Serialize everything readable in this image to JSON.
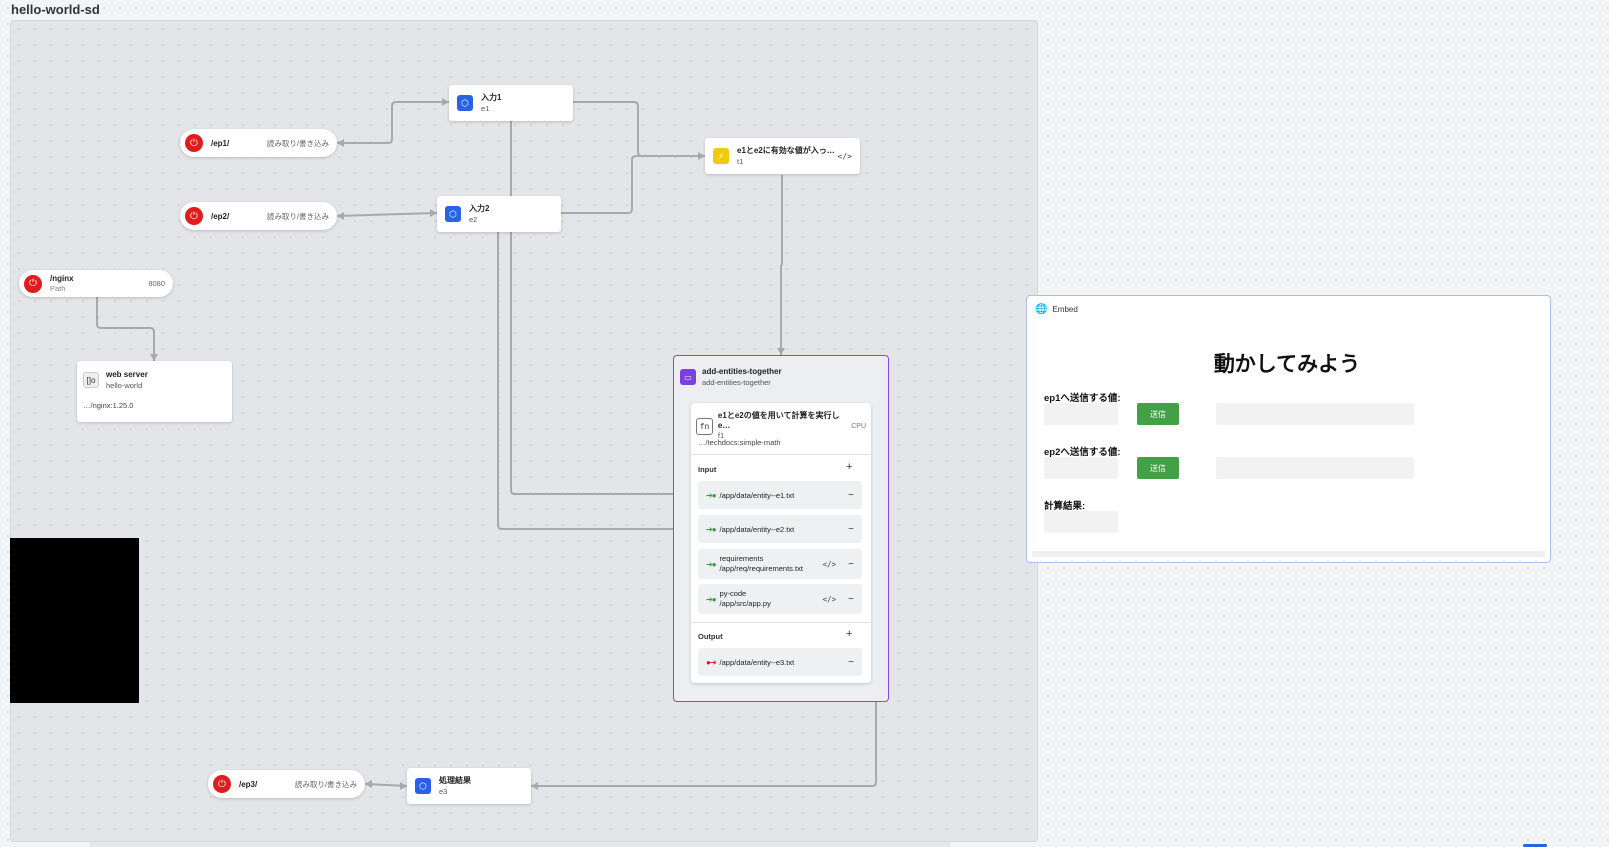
{
  "app": {
    "title": "hello-world-sd"
  },
  "endpoints": [
    {
      "path": "/ep1/",
      "access": "読み取り/書き込み"
    },
    {
      "path": "/ep2/",
      "access": "読み取り/書き込み"
    },
    {
      "path": "/ep3/",
      "access": "読み取り/書き込み"
    }
  ],
  "entities": {
    "e1": {
      "name": "入力1",
      "id": "e1"
    },
    "e2": {
      "name": "入力2",
      "id": "e2"
    },
    "e3": {
      "name": "処理結果",
      "id": "e3"
    }
  },
  "trigger": {
    "name": "e1とe2に有効な値が入っ…",
    "id": "t1",
    "code_icon": "</>"
  },
  "nginx": {
    "path": "/nginx",
    "type": "Path",
    "port": "8080"
  },
  "webserver": {
    "name": "web server",
    "sub": "hello-world",
    "image": "…/nginx:1.25.0",
    "icon": "[]o"
  },
  "container": {
    "name": "add-entities-together",
    "sub": "add-entities-together"
  },
  "function": {
    "name": "e1とe2の値を用いて計算を実行しe…",
    "id": "f1",
    "badge": "CPU",
    "image": "…/techdocs:simple-math",
    "icon": "fn",
    "input_label": "Input",
    "output_label": "Output",
    "inputs": [
      {
        "path": "/app/data/entity--e1.txt"
      },
      {
        "path": "/app/data/entity--e2.txt"
      },
      {
        "name": "requirements",
        "path": "/app/req/requirements.txt"
      },
      {
        "name": "py-code",
        "path": "/app/src/app.py"
      }
    ],
    "outputs": [
      {
        "path": "/app/data/entity--e3.txt"
      }
    ]
  },
  "embed": {
    "title": "Embed",
    "heading": "動かしてみよう",
    "ep1_label": "ep1へ送信する値:",
    "ep2_label": "ep2へ送信する値:",
    "send_label": "送信",
    "result_label": "計算結果:"
  },
  "icons": {
    "endpoint": "power-plug-icon",
    "entity": "cube-icon",
    "trigger": "lightning-icon",
    "container": "container-icon",
    "function": "function-icon",
    "embed": "globe-icon"
  },
  "colors": {
    "endpoint_red": "#e21b1b",
    "entity_blue": "#2962e6",
    "trigger_yellow": "#f2c811",
    "container_purple": "#7b4fe6",
    "send_green": "#43a047"
  }
}
